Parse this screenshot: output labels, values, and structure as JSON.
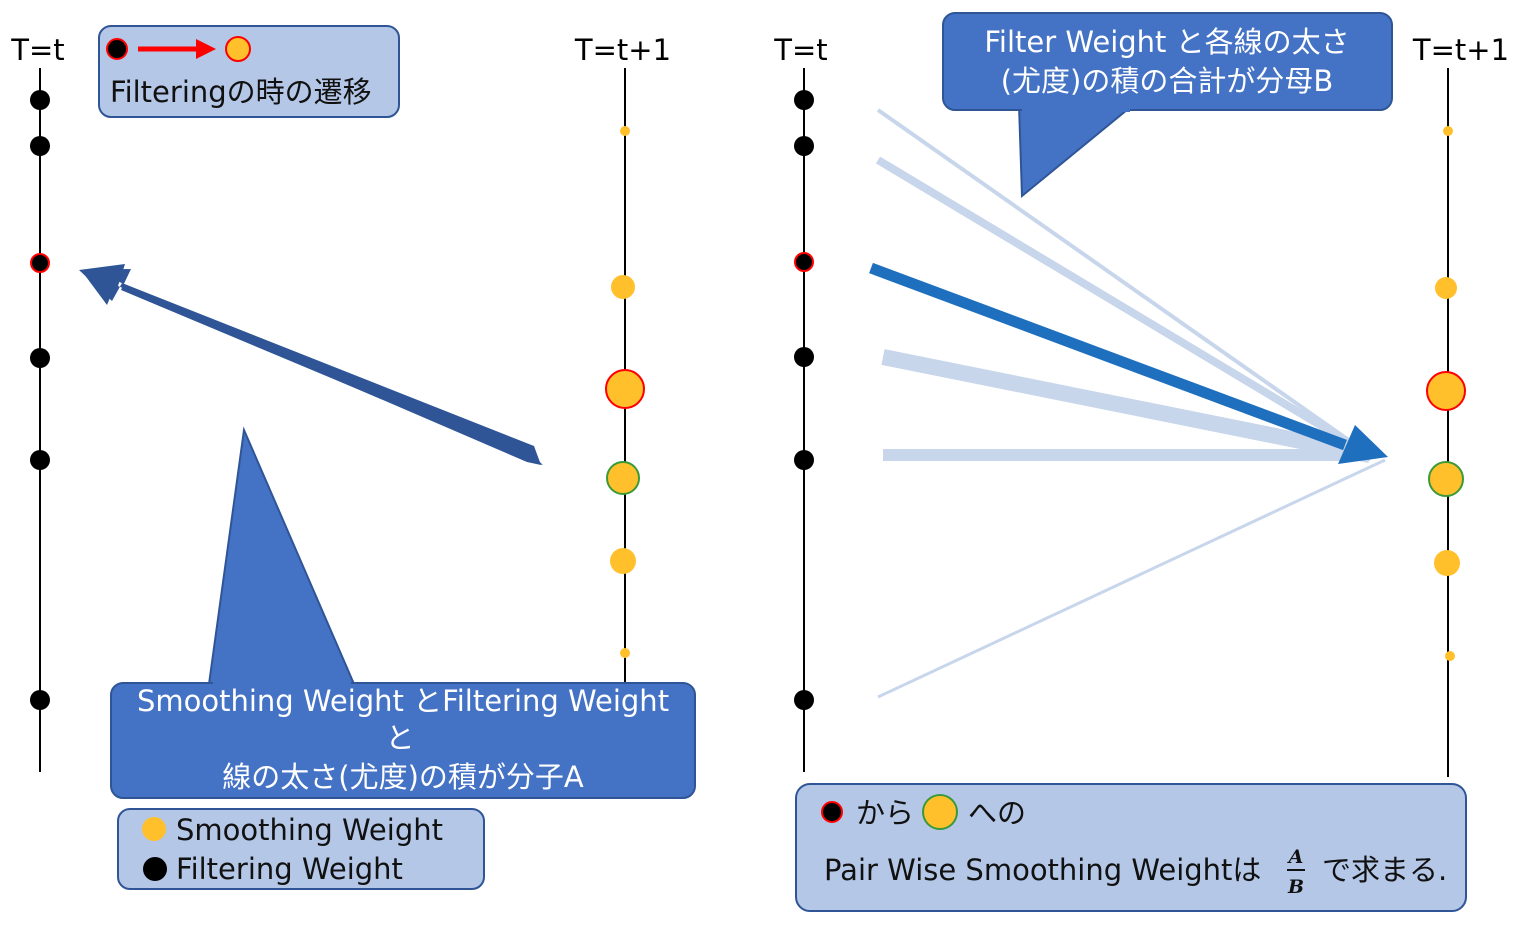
{
  "colors": {
    "callout_fill": "#4472c4",
    "callout_border": "#2f5597",
    "legend_fill": "#b4c7e7",
    "legend_border": "#2f5597",
    "orange_dot": "#ffc02c",
    "black_dot": "#000000",
    "highlight_red": "#ff0000",
    "highlight_green": "#3a9a3a",
    "arrow_dark": "#2f5597",
    "arrow_strong": "#1f6fbf",
    "arrow_faint": "#c8d6ec"
  },
  "left_panel": {
    "axis_t": "T=t",
    "axis_t1": "T=t+1",
    "filtering_legend": {
      "icon_from": "black-dot-red-outline-icon",
      "icon_arrow": "red-arrow-icon",
      "icon_to": "orange-dot-red-outline-icon",
      "label": "Filteringの時の遷移"
    },
    "callout_numerator": {
      "line1": "Smoothing Weight とFiltering Weight",
      "line2": "と",
      "line3": "線の太さ(尤度)の積が分子A"
    },
    "weight_legend": {
      "smoothing_label": "Smoothing Weight",
      "filtering_label": "Filtering Weight",
      "smoothing_icon": "orange-dot-icon",
      "filtering_icon": "black-dot-icon"
    }
  },
  "right_panel": {
    "axis_t": "T=t",
    "axis_t1": "T=t+1",
    "callout_denominator": {
      "line1": "Filter Weight と各線の太さ",
      "line2": "(尤度)の積の合計が分母B"
    },
    "result_box": {
      "from_icon": "black-dot-red-outline-icon",
      "from_text": "から",
      "to_icon": "orange-dot-green-outline-icon",
      "to_text": "への",
      "line2_prefix": "Pair Wise Smoothing Weightは",
      "fraction_numerator": "A",
      "fraction_denominator": "B",
      "line2_suffix": "で求まる."
    }
  }
}
